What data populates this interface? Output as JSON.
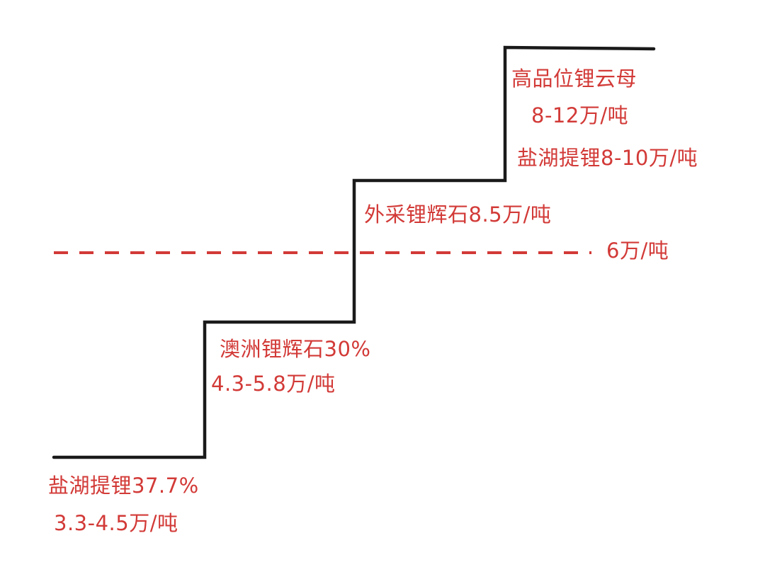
{
  "colors": {
    "step_line": "#1a1a1a",
    "text": "#d23a37",
    "dashed_line": "#d23a37"
  },
  "tiers": [
    {
      "line1": "盐湖提锂37.7%",
      "line2": "3.3-4.5万/吨"
    },
    {
      "line1": "澳洲锂辉石30%",
      "line2": "4.3-5.8万/吨"
    },
    {
      "line1": "外采锂辉石8.5万/吨"
    },
    {
      "line1": "高品位锂云母",
      "line2": "8-12万/吨",
      "line3": "盐湖提锂8-10万/吨"
    }
  ],
  "threshold": {
    "label": "6万/吨",
    "style": "dashed"
  }
}
